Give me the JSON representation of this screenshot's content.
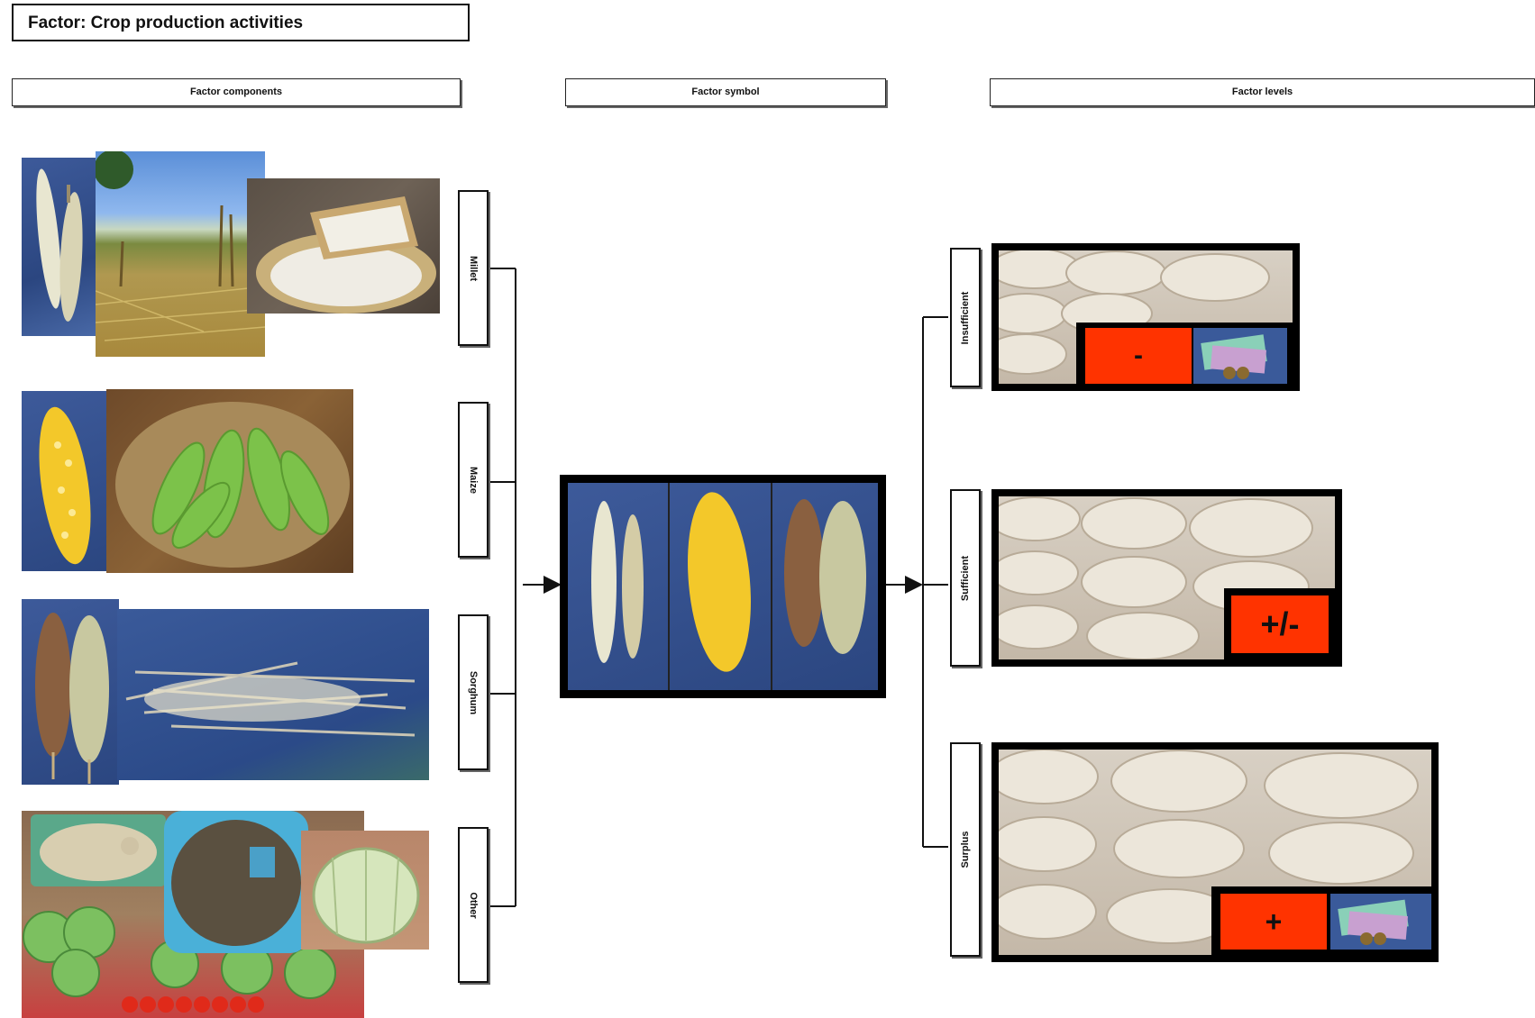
{
  "title": "Factor: Crop production activities",
  "headers": {
    "components": "Factor components",
    "symbol": "Factor symbol",
    "levels": "Factor levels"
  },
  "components": [
    "Millet",
    "Maize",
    "Sorghum",
    "Other"
  ],
  "levels": [
    {
      "label": "Insufficient",
      "symbol": "-"
    },
    {
      "label": "Sufficient",
      "symbol": "+/-"
    },
    {
      "label": "Surplus",
      "symbol": "+"
    }
  ],
  "colors": {
    "symbol_bg": "#ff3300",
    "frame": "#000000",
    "line": "#111111"
  }
}
